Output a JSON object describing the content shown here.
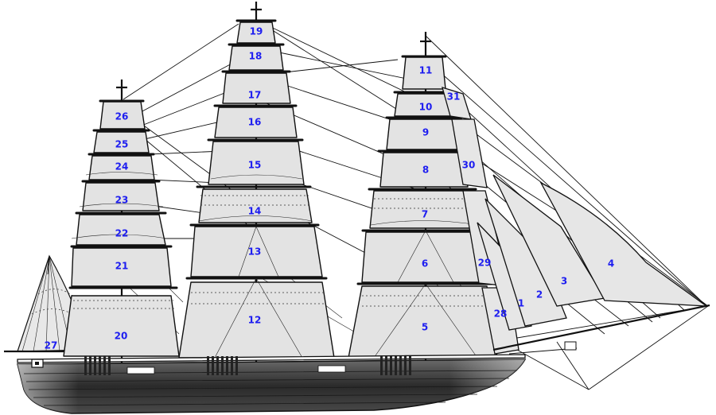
{
  "sails": [
    {
      "id": "sail-1",
      "label": "1"
    },
    {
      "id": "sail-2",
      "label": "2"
    },
    {
      "id": "sail-3",
      "label": "3"
    },
    {
      "id": "sail-4",
      "label": "4"
    },
    {
      "id": "sail-5",
      "label": "5"
    },
    {
      "id": "sail-6",
      "label": "6"
    },
    {
      "id": "sail-7",
      "label": "7"
    },
    {
      "id": "sail-8",
      "label": "8"
    },
    {
      "id": "sail-9",
      "label": "9"
    },
    {
      "id": "sail-10",
      "label": "10"
    },
    {
      "id": "sail-11",
      "label": "11"
    },
    {
      "id": "sail-12",
      "label": "12"
    },
    {
      "id": "sail-13",
      "label": "13"
    },
    {
      "id": "sail-14",
      "label": "14"
    },
    {
      "id": "sail-15",
      "label": "15"
    },
    {
      "id": "sail-16",
      "label": "16"
    },
    {
      "id": "sail-17",
      "label": "17"
    },
    {
      "id": "sail-18",
      "label": "18"
    },
    {
      "id": "sail-19",
      "label": "19"
    },
    {
      "id": "sail-20",
      "label": "20"
    },
    {
      "id": "sail-21",
      "label": "21"
    },
    {
      "id": "sail-22",
      "label": "22"
    },
    {
      "id": "sail-23",
      "label": "23"
    },
    {
      "id": "sail-24",
      "label": "24"
    },
    {
      "id": "sail-25",
      "label": "25"
    },
    {
      "id": "sail-26",
      "label": "26"
    },
    {
      "id": "sail-27",
      "label": "27"
    },
    {
      "id": "sail-28",
      "label": "28"
    },
    {
      "id": "sail-29",
      "label": "29"
    },
    {
      "id": "sail-30",
      "label": "30"
    },
    {
      "id": "sail-31",
      "label": "31"
    }
  ],
  "colors": {
    "label": "#1e1ef0",
    "sail_fill": "#e3e3e3",
    "hull_dark": "#3a3a3a",
    "outline": "#111111"
  }
}
